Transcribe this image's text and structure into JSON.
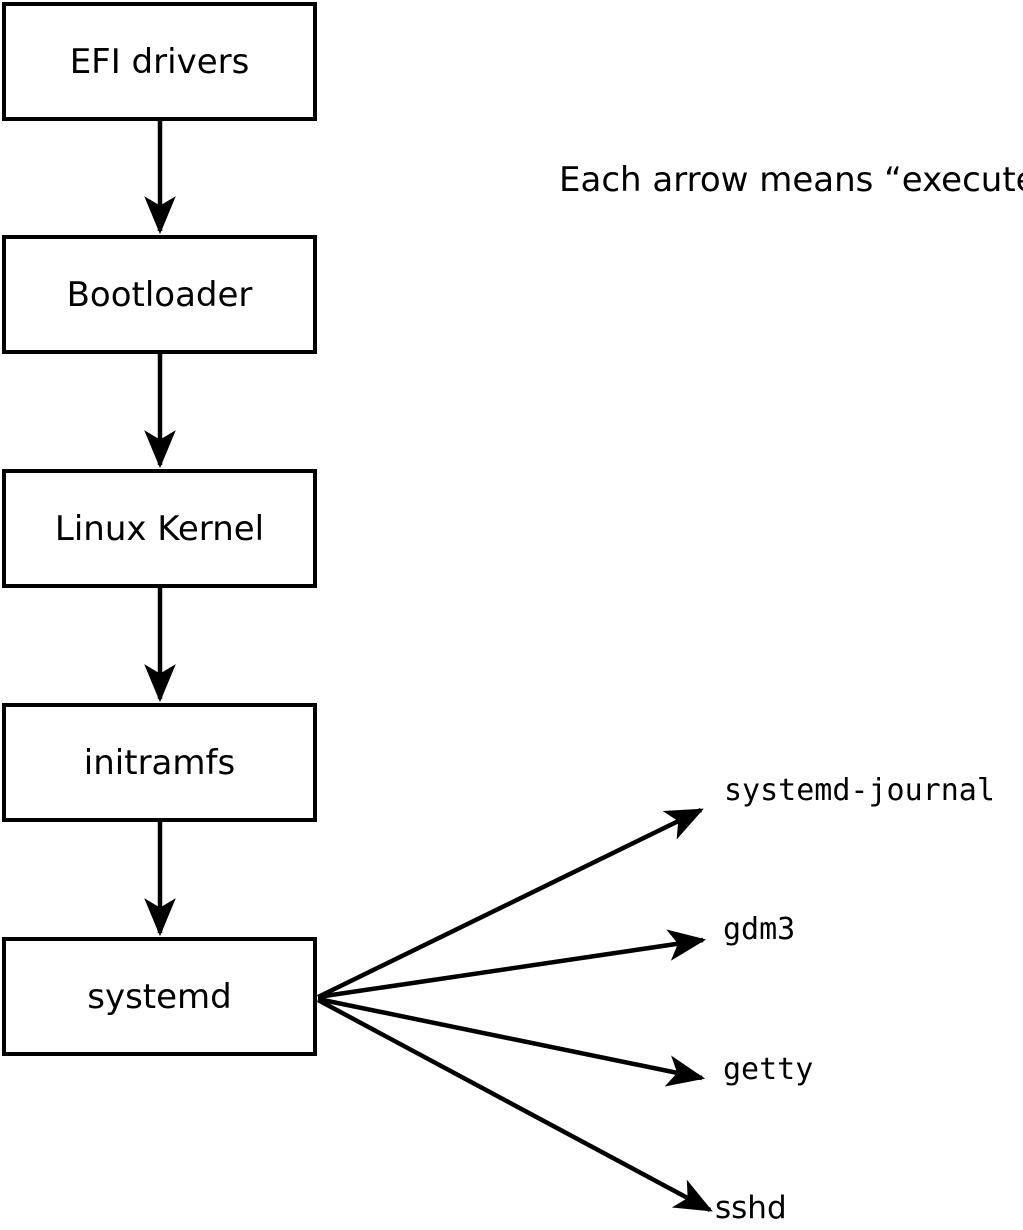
{
  "diagram": {
    "caption": "Each arrow means “executes”.",
    "boot_chain": [
      {
        "id": "efi-drivers",
        "label": "EFI drivers"
      },
      {
        "id": "bootloader",
        "label": "Bootloader"
      },
      {
        "id": "linux-kernel",
        "label": "Linux Kernel"
      },
      {
        "id": "initramfs",
        "label": "initramfs"
      },
      {
        "id": "systemd",
        "label": "systemd"
      }
    ],
    "spawned_processes": [
      {
        "id": "systemd-journal",
        "label": "systemd-journal"
      },
      {
        "id": "gdm3",
        "label": "gdm3"
      },
      {
        "id": "getty",
        "label": "getty"
      },
      {
        "id": "sshd",
        "label": "sshd"
      }
    ],
    "colors": {
      "stroke": "#000000",
      "background": "#ffffff",
      "box_fill": "#ffffff",
      "text": "#000000"
    }
  }
}
